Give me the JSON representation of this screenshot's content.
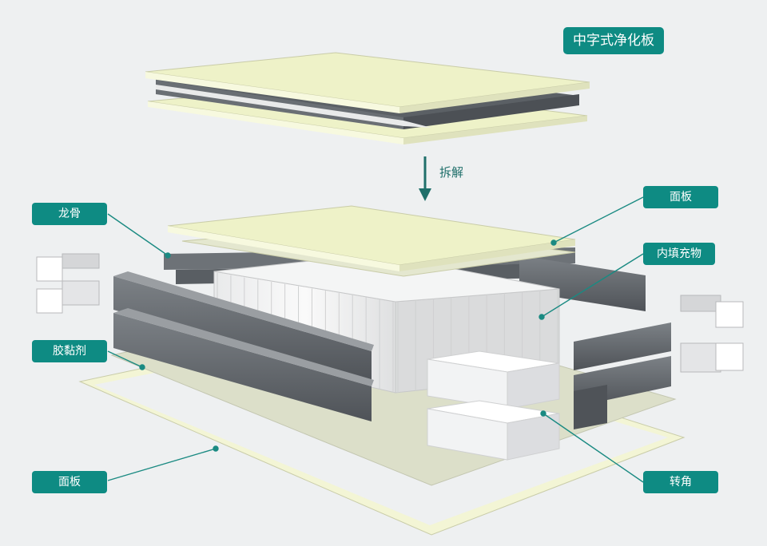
{
  "title": "中字式净化板",
  "arrow_label": "拆解",
  "labels": {
    "keel": "龙骨",
    "top_panel": "面板",
    "filler": "内填充物",
    "adhesive": "胶黏剂",
    "bottom_panel": "面板",
    "corner": "转角"
  },
  "colors": {
    "label_bg": "#0e8b83",
    "panel_face": "#eef2c8",
    "panel_edge": "#f7f9df",
    "steel": "#5d6267",
    "steel_light": "#8a8f94",
    "leader_line": "#1a8a82",
    "adhesive": "#d9ddc4",
    "filler": "#f2f3f4"
  }
}
